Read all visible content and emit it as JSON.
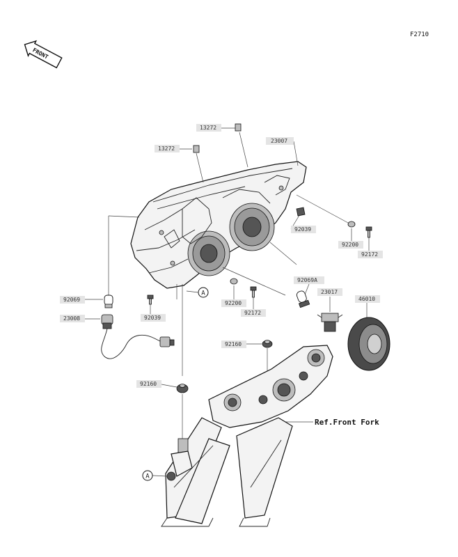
{
  "figure_code": "F2710",
  "front_label": "FRONT",
  "reference_label": "Ref.Front Fork",
  "callout_a": "A",
  "parts": [
    {
      "id": "13272a",
      "label": "13272"
    },
    {
      "id": "13272b",
      "label": "13272"
    },
    {
      "id": "23007",
      "label": "23007"
    },
    {
      "id": "92039",
      "label": "92039"
    },
    {
      "id": "92200a",
      "label": "92200"
    },
    {
      "id": "92172a",
      "label": "92172"
    },
    {
      "id": "92069",
      "label": "92069"
    },
    {
      "id": "23008",
      "label": "23008"
    },
    {
      "id": "92039b",
      "label": "92039"
    },
    {
      "id": "92200b",
      "label": "92200"
    },
    {
      "id": "92172b",
      "label": "92172"
    },
    {
      "id": "92069A",
      "label": "92069A"
    },
    {
      "id": "23017",
      "label": "23017"
    },
    {
      "id": "46010",
      "label": "46010"
    },
    {
      "id": "92160a",
      "label": "92160"
    },
    {
      "id": "92160b",
      "label": "92160"
    }
  ]
}
